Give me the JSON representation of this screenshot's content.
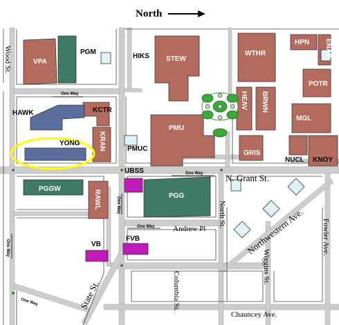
{
  "header": {
    "north_label": "North"
  },
  "colors": {
    "brick": "#b36b5e",
    "teal": "#3e7a64",
    "slate": "#5a6f9e",
    "magenta": "#c01ab8",
    "cyan": "#dff4f8",
    "green": "#3aa83a",
    "road": "#cdcdcd",
    "highlight": "#ffff00"
  },
  "buildings": {
    "vpa": "VPA",
    "pgm": "PGM",
    "hiks": "HIKS",
    "stew": "STEW",
    "wthr": "WTHR",
    "hpn": "HPN",
    "enad": "ENAD",
    "potr": "POTR",
    "hawk": "HAWK",
    "kctr": "KCTR",
    "heav": "HEAV",
    "brwn": "BRWN",
    "mgl": "MGL",
    "yong": "YONG",
    "kran": "KRAN",
    "pmu": "PMU",
    "pmuc": "PMUC",
    "gris": "GRIS",
    "nucl": "NUCL",
    "knoy": "KNOY",
    "ubss": "UBSS",
    "pggw": "PGGW",
    "rawl": "RAWL",
    "pgg": "PGG",
    "vb": "VB",
    "fvb": "FVB"
  },
  "streets": {
    "wood": "Wood St.",
    "grant": "N. Grant St.",
    "north_st": "North St.",
    "northwestern": "Northwestern Ave.",
    "fowler": "Fowler Ave.",
    "andrew": "Andrew Pl",
    "wiggins": "Wiggins St.",
    "state": "State St.",
    "columbia": "Columbia St.",
    "chauncey": "Chauncey Ave."
  },
  "one_way": "One Way"
}
